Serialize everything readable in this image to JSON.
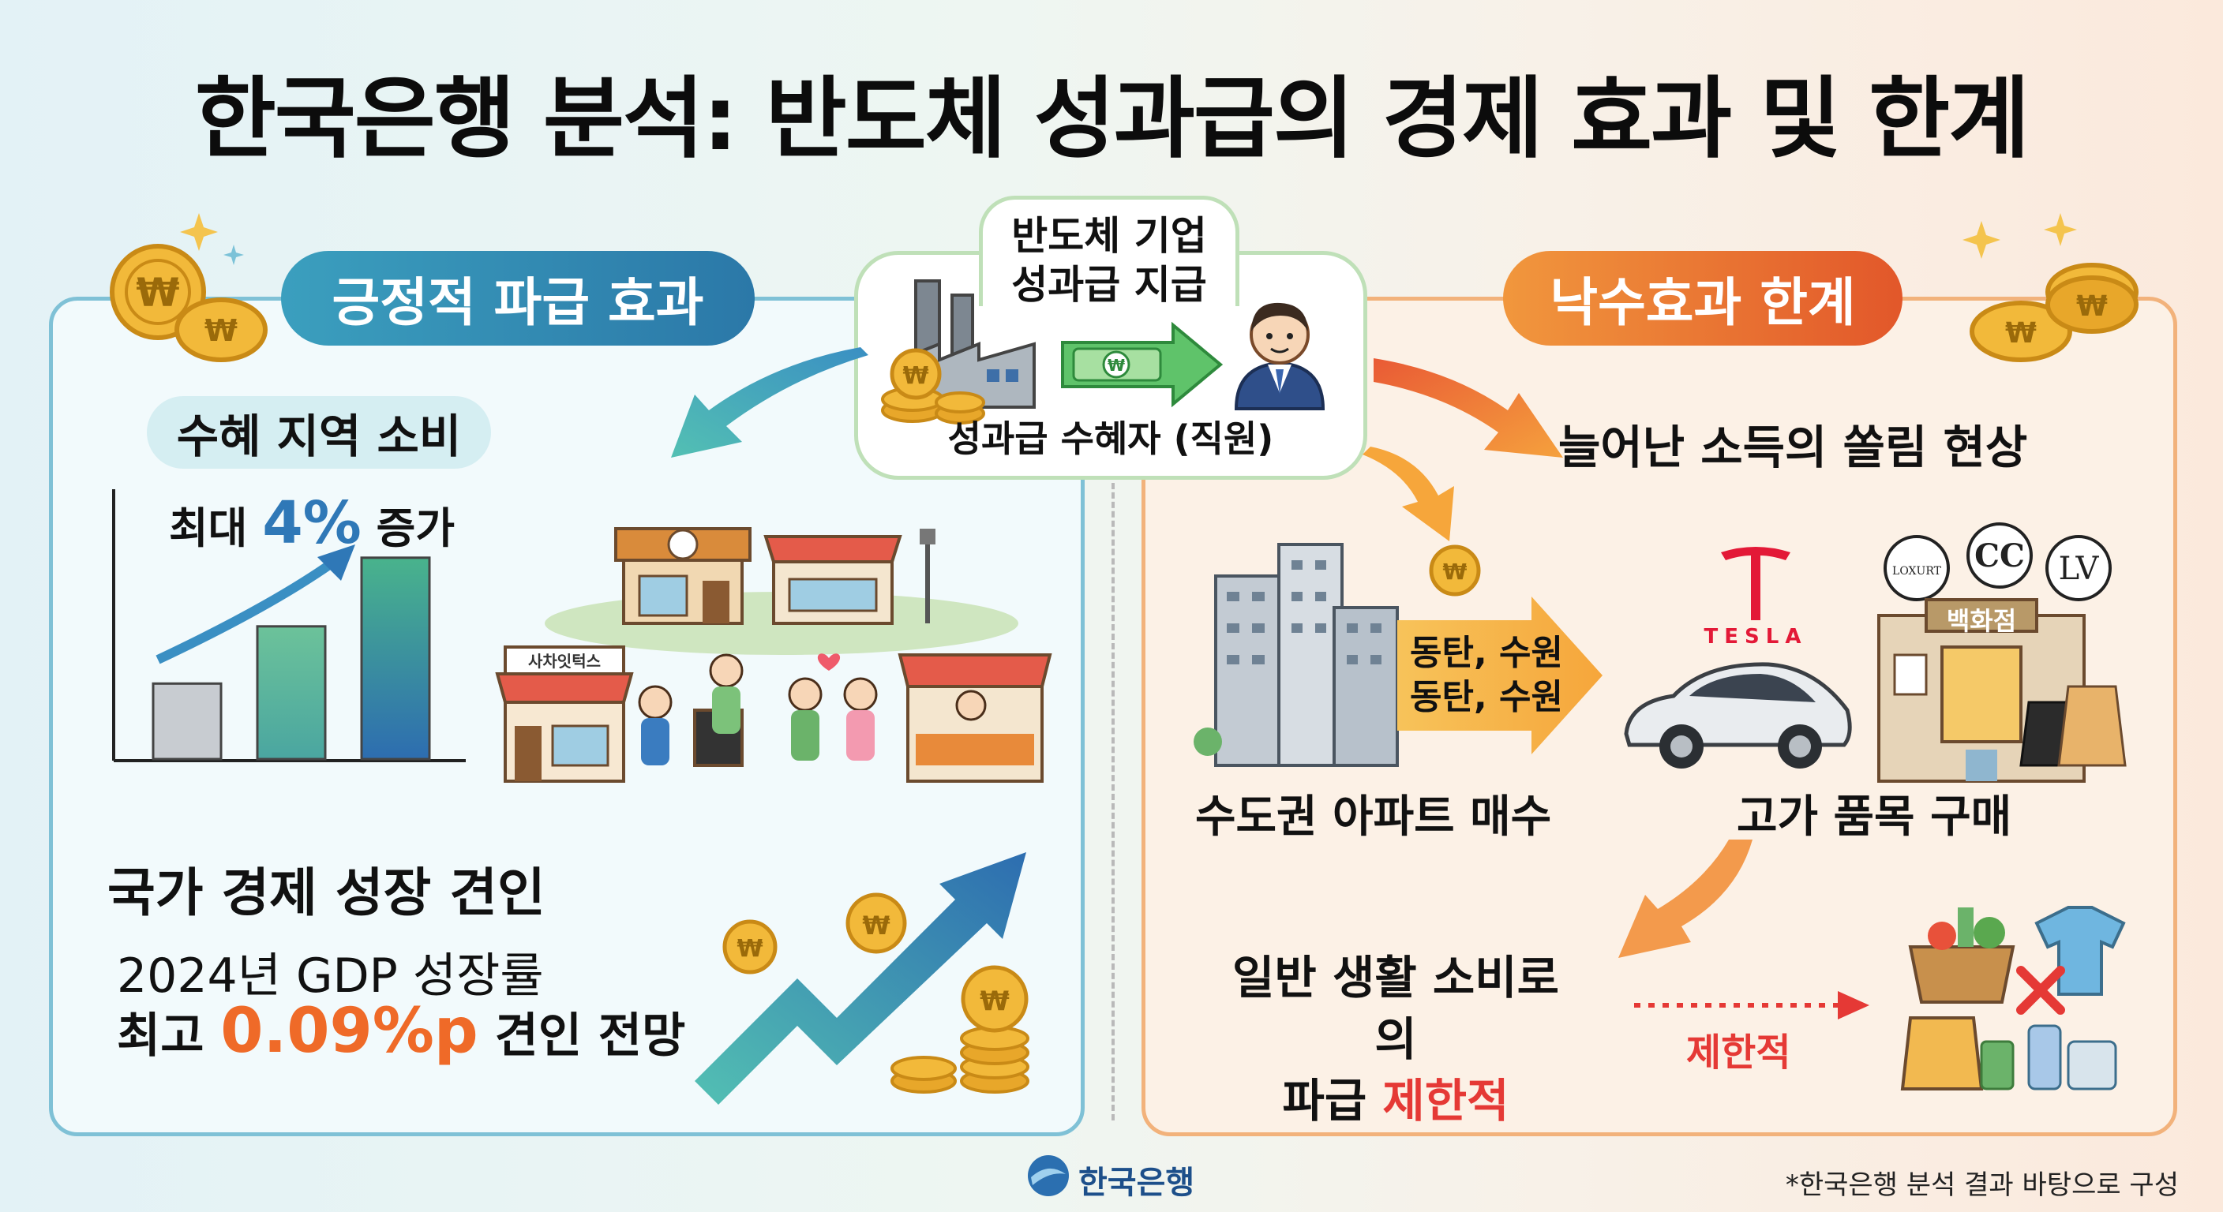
{
  "title": "한국은행 분석: 반도체 성과급의 경제 효과 및 한계",
  "center_flow": {
    "top_label_line1": "반도체 기업",
    "top_label_line2": "성과급 지급",
    "bottom_label": "성과급 수혜자 (직원)",
    "icons": [
      "factory-icon",
      "money-bill-icon",
      "employee-icon",
      "coin-stack-icon"
    ]
  },
  "left": {
    "header": "긍정적 파급 효과",
    "regional": {
      "label": "수혜 지역 소비",
      "prefix": "최대",
      "value": "4%",
      "suffix": "증가",
      "bar_levels": [
        0.33,
        0.58,
        0.88
      ],
      "store_sign": "사차잇턱스"
    },
    "gdp": {
      "heading": "국가 경제 성장 견인",
      "line1": "2024년 GDP 성장률",
      "line2_prefix": "최고",
      "line2_value": "0.09%p",
      "line2_suffix": "견인 전망"
    }
  },
  "right": {
    "header": "낙수효과 한계",
    "concentration_label": "늘어난 소득의 쏠림 현상",
    "arrow_line1": "동탄, 수원",
    "arrow_line2": "동탄, 수원",
    "apartment_label": "수도권 아파트 매수",
    "brand_tesla": "TESLA",
    "brand_loxury": "LOXURT",
    "brand_lv": "LV",
    "dept_store": "백화점",
    "luxury_label": "고가 품목 구매",
    "limited_line1": "일반 생활 소비로의",
    "limited_line2_prefix": "파급",
    "limited_line2_value": "제한적",
    "limited_tag": "제한적"
  },
  "footer": {
    "logo_text": "한국은행",
    "note": "*한국은행 분석 결과 바탕으로 구성"
  },
  "colors": {
    "accent_blue": "#2f78b7",
    "accent_orange": "#e2572a",
    "accent_red": "#e53935",
    "teal": "#3b9fbe",
    "green": "#5cb98a"
  }
}
